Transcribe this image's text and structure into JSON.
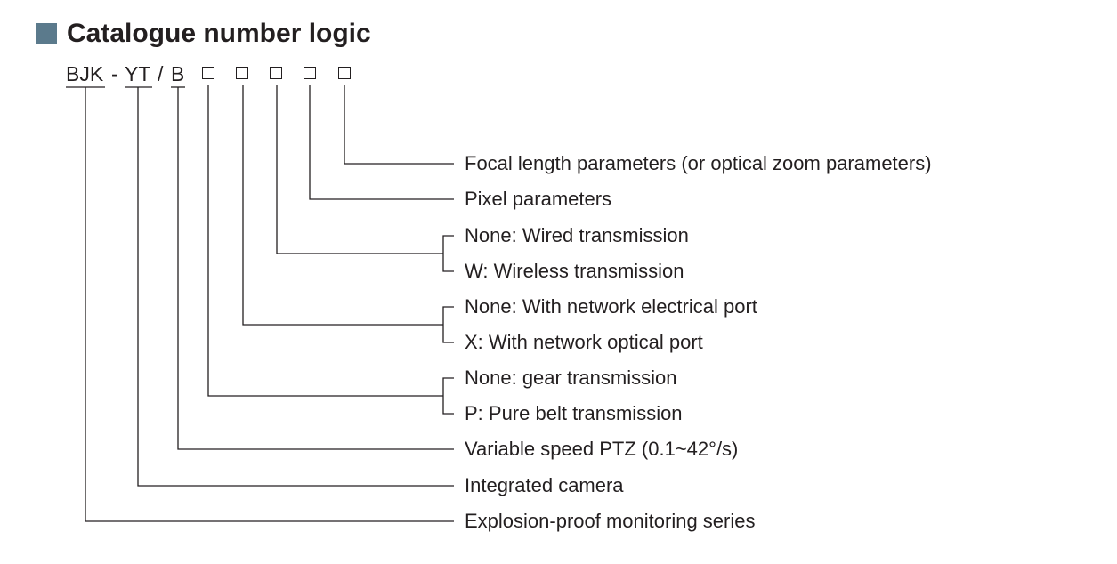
{
  "title": "Catalogue number logic",
  "code": {
    "prefix": "BJK",
    "dash": "-",
    "model": "YT",
    "slash": "/",
    "letter": "B"
  },
  "labels": {
    "focal_length": "Focal length parameters (or optical zoom parameters)",
    "pixel": "Pixel parameters",
    "wired": "None: Wired transmission",
    "wireless": "W: Wireless transmission",
    "electrical_port": "None: With network electrical port",
    "optical_port": "X: With network optical port",
    "gear": "None: gear transmission",
    "belt": "P: Pure belt transmission",
    "ptz": "Variable speed PTZ (0.1~42°/s)",
    "camera": "Integrated camera",
    "series": "Explosion-proof monitoring series"
  }
}
